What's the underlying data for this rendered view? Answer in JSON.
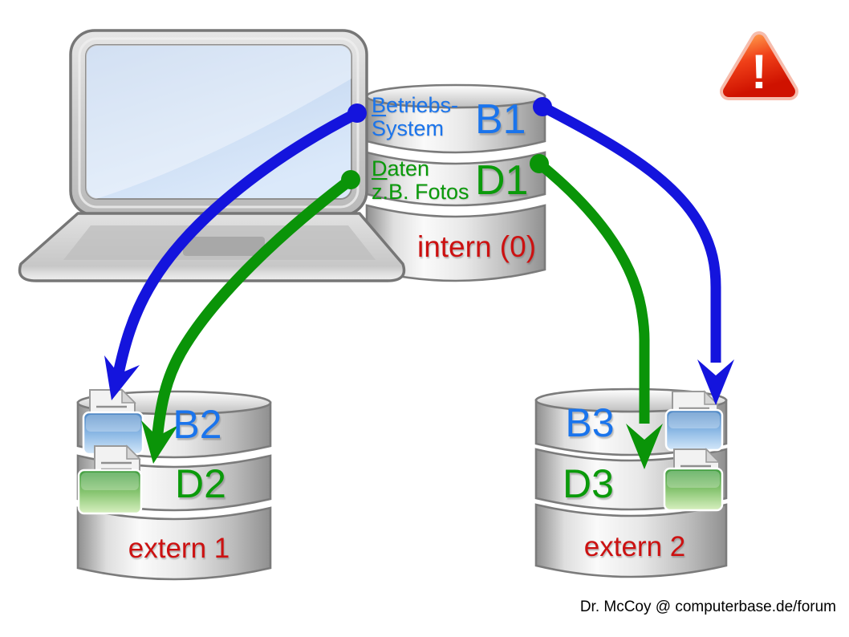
{
  "internal_drive": {
    "os_label": {
      "initial": "B",
      "rest": "etriebs-",
      "line2": "System"
    },
    "data_label": {
      "initial": "D",
      "rest": "aten",
      "line2": "z.B. Fotos"
    },
    "os_partition": "B1",
    "data_partition": "D1",
    "name": "intern (0)"
  },
  "external_drive_1": {
    "os_partition": "B2",
    "data_partition": "D2",
    "name": "extern 1"
  },
  "external_drive_2": {
    "os_partition": "B3",
    "data_partition": "D3",
    "name": "extern 2"
  },
  "warning": {
    "symbol": "!"
  },
  "credit": "Dr. McCoy @ computerbase.de/forum",
  "colors": {
    "os_blue_text": "#1a74ec",
    "data_green_text": "#0a9a0a",
    "drive_name_red": "#cc1111",
    "arrow_blue": "#1414dd",
    "arrow_green": "#0a9408",
    "warning_red": "#e03010"
  },
  "icons": {
    "warning": "exclamation-triangle-icon",
    "laptop": "laptop-icon",
    "drives": "database-cylinder-icon",
    "os_backup": "blue-folder-with-document-icon",
    "data_backup": "green-folder-with-document-icon"
  }
}
